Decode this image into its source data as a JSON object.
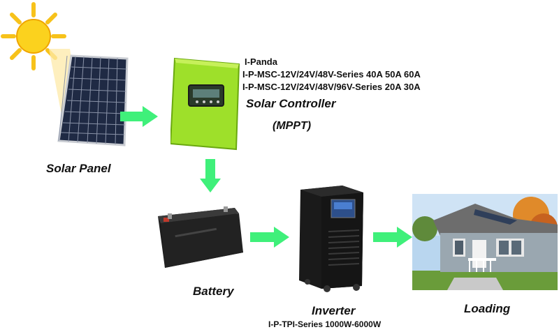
{
  "controller": {
    "brand": "I-Panda",
    "series_1": "I-P-MSC-12V/24V/48V-Series   40A  50A  60A",
    "series_2": "I-P-MSC-12V/24V/48V/96V-Series   20A  30A",
    "label": "Solar Controller",
    "sublabel": "(MPPT)"
  },
  "solar_panel": {
    "label": "Solar Panel"
  },
  "battery": {
    "label": "Battery"
  },
  "inverter": {
    "label": "Inverter",
    "series": "I-P-TPI-Series 1000W-6000W"
  },
  "loading": {
    "label": "Loading"
  },
  "colors": {
    "arrow": "#3ff07a",
    "controller": "#9ee02a",
    "sun": "#f7c21a"
  },
  "icons": [
    "sun-icon",
    "solar-panel-image",
    "controller-image",
    "battery-image",
    "inverter-image",
    "house-image",
    "arrow-right-icon",
    "arrow-down-icon"
  ]
}
